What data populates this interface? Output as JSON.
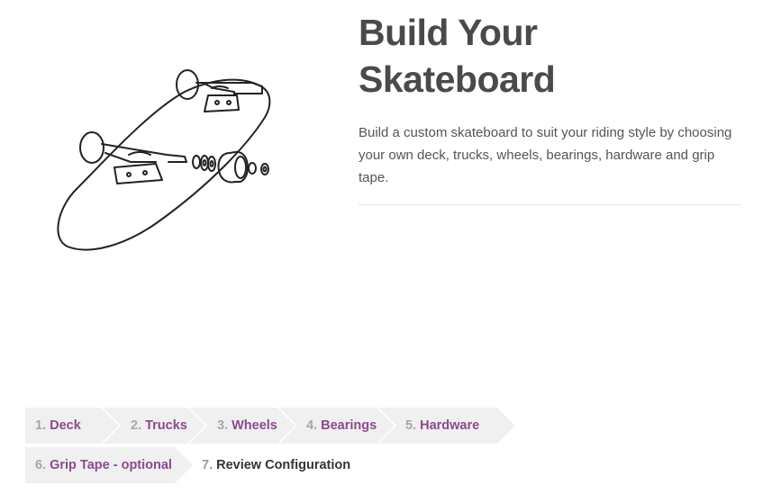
{
  "product": {
    "title": "Build Your Skateboard",
    "description": "Build a custom skateboard to suit your riding style by choosing your own deck, trucks, wheels, bearings, hardware and grip tape."
  },
  "steps": [
    {
      "num": "1.",
      "label": "Deck"
    },
    {
      "num": "2.",
      "label": "Trucks"
    },
    {
      "num": "3.",
      "label": "Wheels"
    },
    {
      "num": "4.",
      "label": "Bearings"
    },
    {
      "num": "5.",
      "label": "Hardware"
    },
    {
      "num": "6.",
      "label": "Grip Tape - optional"
    },
    {
      "num": "7.",
      "label": "Review Configuration"
    }
  ],
  "colors": {
    "title": "#4a4a4a",
    "step_link": "#8a4a8c",
    "step_number": "#a6a6a6",
    "step_bg": "#f0f0f0",
    "divider": "#e6e6e6"
  },
  "icons": {
    "illustration": "exploded-skateboard-illustration"
  }
}
